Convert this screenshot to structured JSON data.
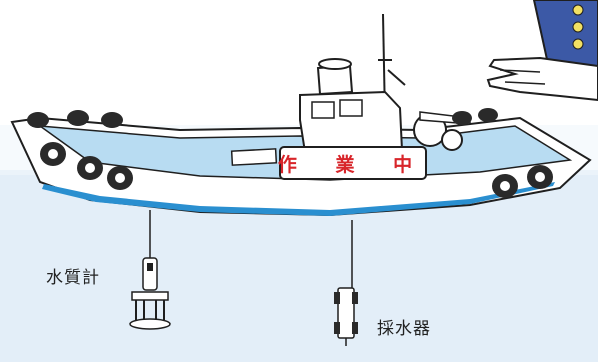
{
  "sign": {
    "text": "作 業 中"
  },
  "labels": {
    "water_quality_meter": "水質計",
    "water_sampler": "採水器"
  },
  "colors": {
    "sea": "#e3eef8",
    "hull": "#ffffff",
    "hull_stripe": "#2a8fd0",
    "deck": "#b8dcf2",
    "sign_text": "#d8252a",
    "outline": "#1f1f1f",
    "sleeve": "#3c59a6",
    "buttons": "#f2e063"
  },
  "icons": [
    "boat-icon",
    "tire-fender-icon",
    "water-quality-meter-icon",
    "water-sampler-icon",
    "gloved-hand-icon"
  ]
}
